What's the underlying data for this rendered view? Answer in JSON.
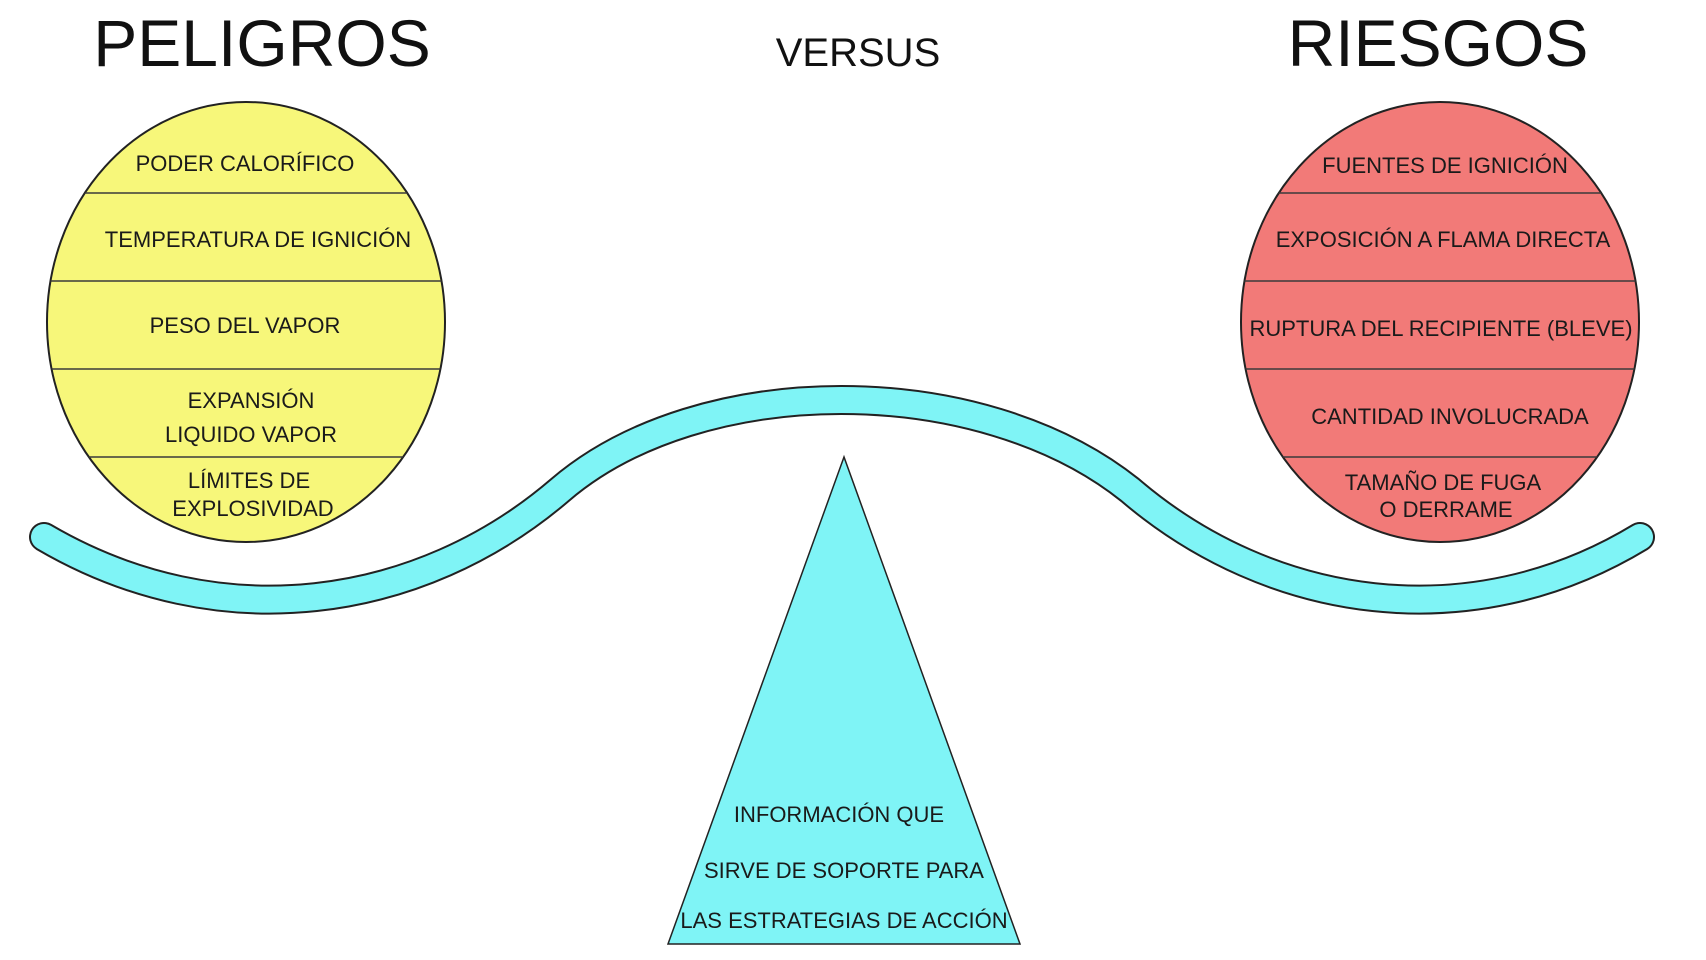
{
  "titles": {
    "left": "PELIGROS",
    "center": "VERSUS",
    "right": "RIESGOS"
  },
  "colors": {
    "peligros_fill": "#f7f77a",
    "riesgos_fill": "#f27a78",
    "beam_fill": "#7ff4f6",
    "outline": "#222222"
  },
  "peligros": [
    {
      "lines": [
        "PODER CALORÍFICO"
      ]
    },
    {
      "lines": [
        "TEMPERATURA DE IGNICIÓN"
      ]
    },
    {
      "lines": [
        "PESO DEL VAPOR"
      ]
    },
    {
      "lines": [
        "EXPANSIÓN",
        "LIQUIDO VAPOR"
      ]
    },
    {
      "lines": [
        "LÍMITES DE",
        "EXPLOSIVIDAD"
      ]
    }
  ],
  "riesgos": [
    {
      "lines": [
        "FUENTES DE IGNICIÓN"
      ]
    },
    {
      "lines": [
        "EXPOSICIÓN A FLAMA DIRECTA"
      ]
    },
    {
      "lines": [
        "RUPTURA DEL RECIPIENTE (BLEVE)"
      ]
    },
    {
      "lines": [
        "CANTIDAD INVOLUCRADA"
      ]
    },
    {
      "lines": [
        "TAMAÑO DE FUGA",
        "O DERRAME"
      ]
    }
  ],
  "fulcrum": {
    "lines": [
      "INFORMACIÓN QUE",
      "SIRVE DE SOPORTE PARA",
      "LAS ESTRATEGIAS DE ACCIÓN"
    ]
  }
}
